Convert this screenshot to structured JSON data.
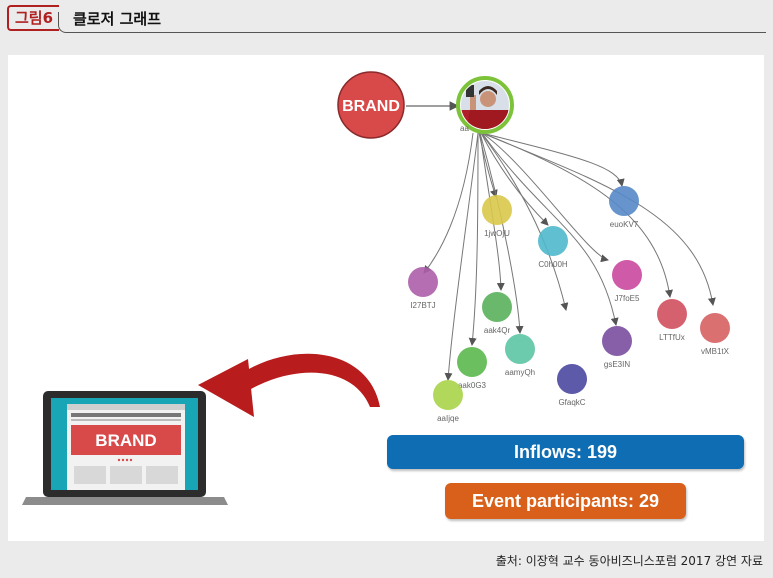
{
  "figure": {
    "tag": "그림6",
    "title": "클로저 그래프",
    "source": "출처: 이장혁 교수 동아비즈니스포럼 2017 강연 자료"
  },
  "graph": {
    "brand_node_label": "BRAND",
    "hub_label": "aa",
    "nodes": [
      {
        "id": "1jwOjU",
        "color": "#d8c84a"
      },
      {
        "id": "C0h00H",
        "color": "#4fb8cc"
      },
      {
        "id": "euoKV7",
        "color": "#5688c8"
      },
      {
        "id": "I27BTJ",
        "color": "#ad5ea8"
      },
      {
        "id": "J7foE5",
        "color": "#c9489f"
      },
      {
        "id": "aak4Qr",
        "color": "#5ab05c"
      },
      {
        "id": "LTTfUx",
        "color": "#d0505e"
      },
      {
        "id": "vMB1tX",
        "color": "#d66060"
      },
      {
        "id": "gsE3IN",
        "color": "#7a4ea0"
      },
      {
        "id": "aamyQh",
        "color": "#5cc4a4"
      },
      {
        "id": "aak0G3",
        "color": "#5cb84c"
      },
      {
        "id": "GfaqkC",
        "color": "#4a48a0"
      },
      {
        "id": "aaIjqe",
        "color": "#a8d448"
      }
    ]
  },
  "laptop": {
    "brand_text": "BRAND"
  },
  "stats": {
    "inflows": "Inflows: 199",
    "events": "Event participants: 29"
  },
  "colors": {
    "brand_red": "#d84a4a",
    "arrow_red": "#b81c1c",
    "inflows_blue": "#0e6db3",
    "events_orange": "#d8601a",
    "laptop_screen": "#18a6b6"
  }
}
